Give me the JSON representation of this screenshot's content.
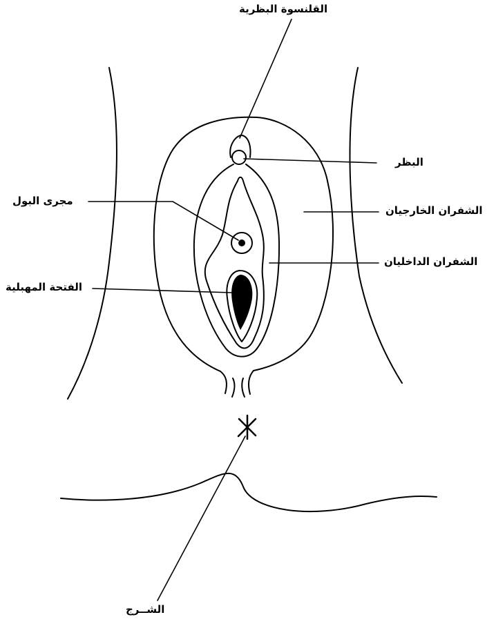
{
  "labels": {
    "clitoral_hood": "القلنسوة البظرية",
    "clitoris": "البظر",
    "urethral_opening": "مجرى البول",
    "labia_majora": "الشفران الخارجيان",
    "labia_minora": "الشفران الداخليان",
    "vaginal_opening": "الفتحة المهبلية",
    "anus": "الشــرج"
  },
  "colors": {
    "ink": "#000000",
    "background": "#ffffff"
  }
}
